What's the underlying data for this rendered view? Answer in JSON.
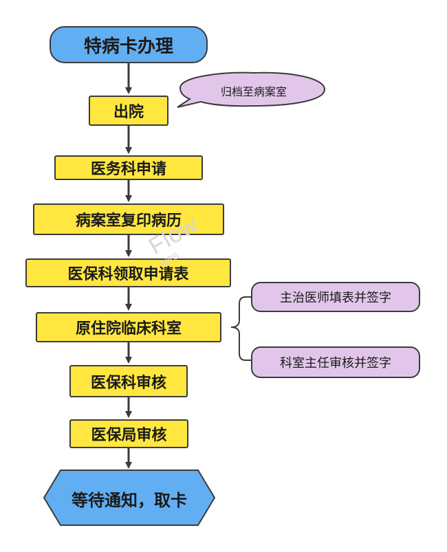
{
  "diagram": {
    "start": "特病卡办理",
    "steps": {
      "discharge": "出院",
      "medical_affairs_apply": "医务科申请",
      "records_copy": "病案室复印病历",
      "insurance_form": "医保科领取申请表",
      "original_department": "原住院临床科室",
      "insurance_dept_review": "医保科审核",
      "insurance_bureau_review": "医保局审核"
    },
    "end": "等待通知，取卡",
    "callout": "归档至病案室",
    "side_notes": {
      "attending_sign": "主治医师填表并签字",
      "director_sign": "科室主任审核并签字"
    }
  },
  "watermark": {
    "brand": "Flow",
    "sub": "WPS"
  },
  "colors": {
    "start_fill": "#62aef2",
    "step_fill": "#ffe740",
    "note_fill": "#e2c6ea",
    "line": "#3a3a3a"
  }
}
